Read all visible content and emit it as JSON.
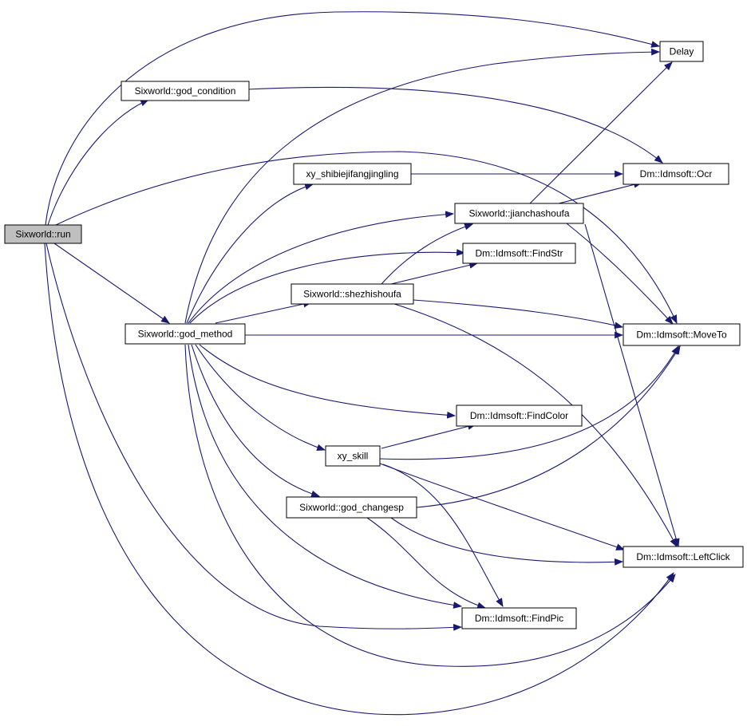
{
  "colors": {
    "edge": "#191970",
    "root_fill": "#bfbfbf",
    "node_fill": "#ffffff",
    "node_border": "#000000"
  },
  "nodes": {
    "run": "Sixworld::run",
    "god_condition": "Sixworld::god_condition",
    "god_method": "Sixworld::god_method",
    "xy_shibie": "xy_shibiejifangjingling",
    "jianchashoufa": "Sixworld::jianchashoufa",
    "shezhishoufa": "Sixworld::shezhishoufa",
    "xy_skill": "xy_skill",
    "god_changesp": "Sixworld::god_changesp",
    "delay": "Delay",
    "ocr": "Dm::Idmsoft::Ocr",
    "findstr": "Dm::Idmsoft::FindStr",
    "moveto": "Dm::Idmsoft::MoveTo",
    "findcolor": "Dm::Idmsoft::FindColor",
    "leftclick": "Dm::Idmsoft::LeftClick",
    "findpic": "Dm::Idmsoft::FindPic"
  }
}
